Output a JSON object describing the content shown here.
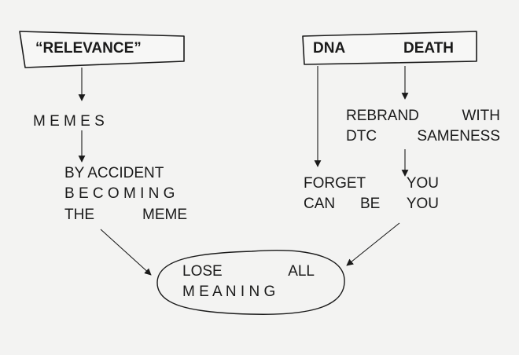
{
  "nodes": {
    "relevance": "“RELEVANCE”",
    "dna": "DNA",
    "death": "DEATH",
    "memes": "M E M E S",
    "by_accident": "BY ACCIDENT",
    "becoming": "B E C O M I N G",
    "the": "THE",
    "meme": "MEME",
    "rebrand": "REBRAND",
    "with": "WITH",
    "dtc": "DTC",
    "sameness": "SAMENESS",
    "forget": "FORGET",
    "you_1": "YOU",
    "can": "CAN",
    "be": "BE",
    "you_2": "YOU",
    "lose": "LOSE",
    "all": "ALL",
    "meaning": "M E A N I N G"
  },
  "colors": {
    "ink": "#1a1a1a",
    "paper": "#f3f3f2",
    "box_fill": "#f7f7f6"
  }
}
